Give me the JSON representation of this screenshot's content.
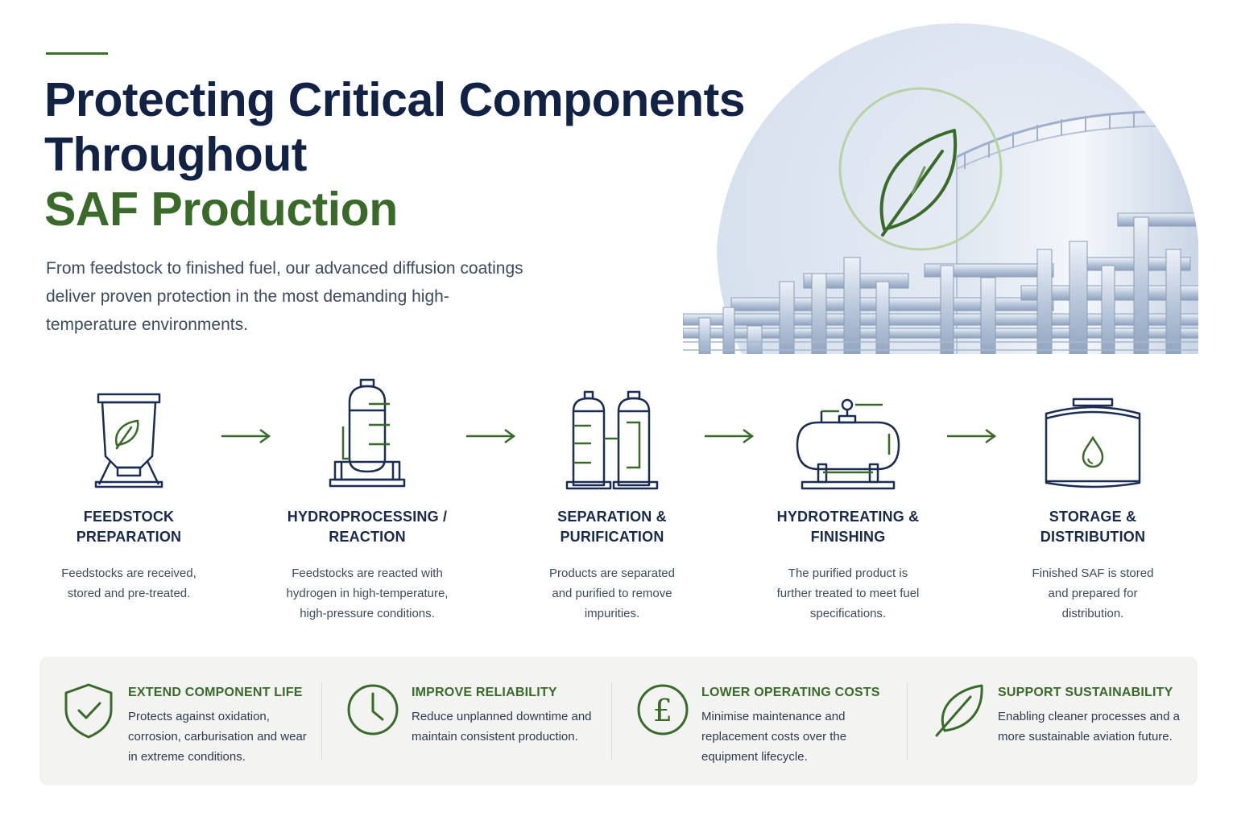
{
  "header": {
    "title_line1": "Protecting Critical Components",
    "title_line2": "Throughout",
    "title_line3": "SAF Production",
    "intro": "From feedstock to finished fuel, our advanced diffusion coatings deliver proven protection in the most demanding high-temperature environments."
  },
  "colors": {
    "navy": "#112244",
    "green": "#3a6a2a",
    "panel": "#f3f4f2"
  },
  "steps": [
    {
      "label_line1": "FEEDSTOCK",
      "label_line2": "PREPARATION",
      "desc": "Feedstocks are received, stored and pre-treated.",
      "icon": "hopper-leaf-icon"
    },
    {
      "label_line1": "HYDROPROCESSING /",
      "label_line2": "REACTION",
      "desc": "Feedstocks are reacted with hydrogen in high-temperature, high-pressure conditions.",
      "icon": "reactor-icon"
    },
    {
      "label_line1": "SEPARATION &",
      "label_line2": "PURIFICATION",
      "desc": "Products are separated and purified to remove impurities.",
      "icon": "separation-columns-icon"
    },
    {
      "label_line1": "HYDROTREATING &",
      "label_line2": "FINISHING",
      "desc": "The purified product is further treated to meet fuel specifications.",
      "icon": "horizontal-vessel-icon"
    },
    {
      "label_line1": "STORAGE &",
      "label_line2": "DISTRIBUTION",
      "desc": "Finished SAF is stored and prepared for distribution.",
      "icon": "storage-tank-drop-icon"
    }
  ],
  "benefits": [
    {
      "title": "EXTEND COMPONENT LIFE",
      "desc": "Protects against oxidation, corrosion, carburisation and wear in extreme conditions.",
      "icon": "shield-check-icon"
    },
    {
      "title": "IMPROVE RELIABILITY",
      "desc": "Reduce unplanned downtime and maintain consistent production.",
      "icon": "clock-icon"
    },
    {
      "title": "LOWER OPERATING COSTS",
      "desc": "Minimise maintenance and replacement costs over the equipment lifecycle.",
      "icon": "pound-coin-icon"
    },
    {
      "title": "SUPPORT SUSTAINABILITY",
      "desc": "Enabling cleaner processes and a more sustainable aviation future.",
      "icon": "leaf-icon"
    }
  ]
}
